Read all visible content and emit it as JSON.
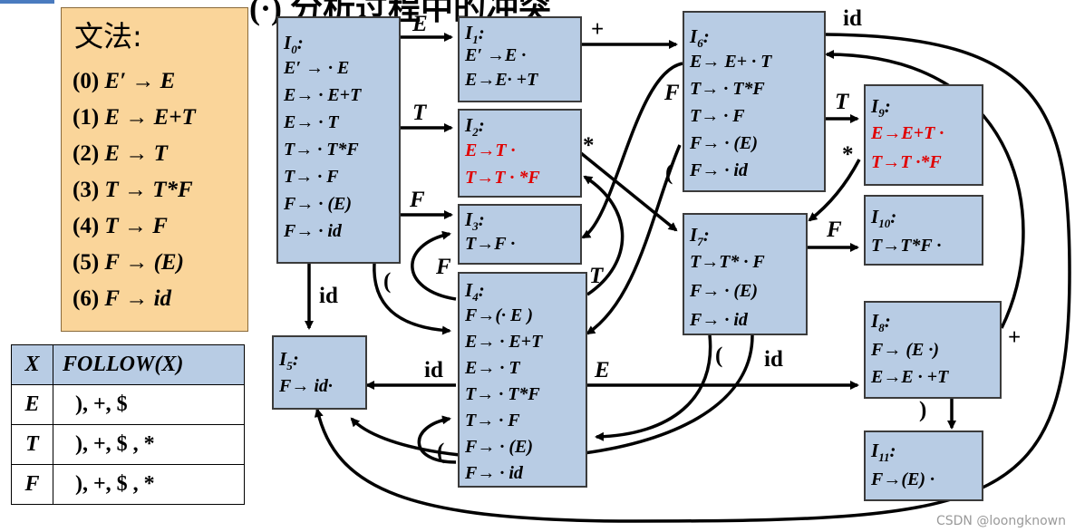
{
  "grammar": {
    "title": "文法:",
    "rules": [
      {
        "num": "(0)",
        "lhs": "E′",
        "rhs": "E"
      },
      {
        "num": "(1)",
        "lhs": "E",
        "rhs": "E+T"
      },
      {
        "num": "(2)",
        "lhs": "E",
        "rhs": "T"
      },
      {
        "num": "(3)",
        "lhs": "T",
        "rhs": "T*F"
      },
      {
        "num": "(4)",
        "lhs": "T",
        "rhs": "F"
      },
      {
        "num": "(5)",
        "lhs": "F",
        "rhs": "(E)"
      },
      {
        "num": "(6)",
        "lhs": "F",
        "rhs": "id"
      }
    ]
  },
  "follow_table": {
    "headers": [
      "X",
      "FOLLOW(X)"
    ],
    "rows": [
      {
        "x": "E",
        "follow": "), +, $"
      },
      {
        "x": "T",
        "follow": "), +, $ , *"
      },
      {
        "x": "F",
        "follow": "), +, $ , *"
      }
    ]
  },
  "states": {
    "I0": {
      "name": "I",
      "sub": "0",
      "items": [
        "E′ → · E",
        "E→ · E+T",
        "E→ · T",
        "T→ · T*F",
        "T→ · F",
        "F→ · (E)",
        "F→ · id"
      ]
    },
    "I1": {
      "name": "I",
      "sub": "1",
      "items": [
        "E′ →E ·",
        "E→E· +T"
      ]
    },
    "I2": {
      "name": "I",
      "sub": "2",
      "items": [
        "E→T ·",
        "T→T · *F"
      ]
    },
    "I3": {
      "name": "I",
      "sub": "3",
      "items": [
        "T→F ·"
      ]
    },
    "I4": {
      "name": "I",
      "sub": "4",
      "items": [
        "F→(· E )",
        "E→ · E+T",
        "E→ · T",
        "T→ · T*F",
        "T→ · F",
        "F→ · (E)",
        "F→ · id"
      ]
    },
    "I5": {
      "name": "I",
      "sub": "5",
      "items": [
        "F→ id·"
      ]
    },
    "I6": {
      "name": "I",
      "sub": "6",
      "items": [
        "E→ E+ · T",
        "T→ · T*F",
        "T→ · F",
        "F→ · (E)",
        "F→ · id"
      ]
    },
    "I7": {
      "name": "I",
      "sub": "7",
      "items": [
        "T→T* · F",
        "F→ · (E)",
        "F→ · id"
      ]
    },
    "I8": {
      "name": "I",
      "sub": "8",
      "items": [
        "F→ (E ·)",
        "E→E · +T"
      ]
    },
    "I9": {
      "name": "I",
      "sub": "9",
      "items": [
        "E→E+T ·",
        "T→T ·*F"
      ]
    },
    "I10": {
      "name": "I",
      "sub": "10",
      "items": [
        "T→T*F ·"
      ]
    },
    "I11": {
      "name": "I",
      "sub": "11",
      "items": [
        "F→(E) ·"
      ]
    }
  },
  "edge_labels": {
    "e0_1": "E",
    "e0_2": "T",
    "e0_3": "F",
    "e0_5": "id",
    "e0_4": "(",
    "e1_6": "+",
    "e6_id": "id",
    "e6_9": "T",
    "e6_F": "F",
    "e6_paren": "(",
    "e2_7": "*",
    "e9_7": "*",
    "e7_10": "F",
    "e4_3": "F",
    "e4_2": "T",
    "e4_5": "id",
    "e4_8": "E",
    "e4_self": "(",
    "e7_paren": "(",
    "e7_id": "id",
    "e8_6": "+",
    "e8_11": ")"
  },
  "title_fragment": "(·) 分析过程中的冲突",
  "watermark": "CSDN @loongknown",
  "colors": {
    "state_fill": "#b8cce4",
    "grammar_fill": "#fad59a",
    "conflict_text": "#e00000"
  }
}
